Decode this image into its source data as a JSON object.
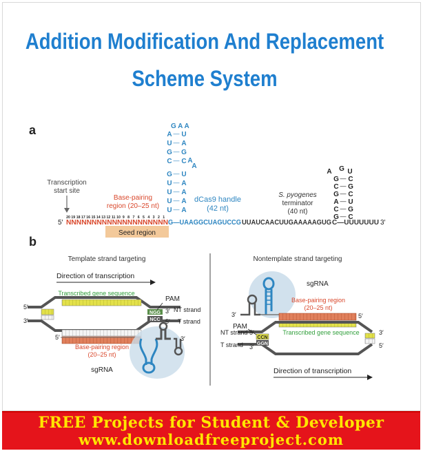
{
  "title": {
    "line1": "Addition Modification And Replacement",
    "line2": "Scheme System"
  },
  "panel_a": {
    "label": "a",
    "transcription_start": [
      "Transcription",
      "start site"
    ],
    "base_pairing": [
      "Base-pairing",
      "region (20–25 nt)"
    ],
    "seed_region": "Seed region",
    "dcas9_handle": [
      "dCas9 handle",
      "(42 nt)"
    ],
    "terminator": [
      "S. pyogenes",
      "terminator",
      "(40 nt)"
    ],
    "position_numbers": [
      "20",
      "19",
      "18",
      "17",
      "16",
      "15",
      "14",
      "13",
      "12",
      "11",
      "10",
      "9",
      "8",
      "7",
      "6",
      "5",
      "4",
      "3",
      "2",
      "1"
    ],
    "five_prime": "5′",
    "three_prime": "3′",
    "seq_n": "NNNNNNNNNNNNNNNNNNNN",
    "seq_blue": "G—UAAGGCUAGUCCG",
    "seq_black": "UUAUCAACUUGAAAAAGUG",
    "seq_tail": "C—UUUUUUU",
    "hairpin_top": "G A A",
    "hairpin_left": [
      "A",
      "U",
      "G",
      "C",
      "G",
      "U",
      "U",
      "U",
      "U"
    ],
    "hairpin_right": [
      "U",
      "A",
      "G",
      "C",
      "U",
      "A",
      "A",
      "A",
      "A"
    ],
    "hairpin_mid": "G—U",
    "hairpin_bulge": [
      "A",
      "A"
    ],
    "term_top": [
      "A",
      "G",
      "U"
    ],
    "term_left": [
      "G",
      "C",
      "G",
      "A",
      "C",
      "G"
    ],
    "term_right": [
      "C",
      "G",
      "C",
      "U",
      "G",
      "C"
    ]
  },
  "panel_b": {
    "label": "b",
    "left": {
      "heading": "Template strand targeting",
      "direction": "Direction of transcription",
      "gene_seq": "Transcribed gene sequence",
      "pam": "PAM",
      "ngg": "NGG",
      "ncc": "NCC",
      "nt_strand": "NT strand",
      "t_strand": "T strand",
      "base_pairing": [
        "Base-pairing region",
        "(20–25 nt)"
      ],
      "sgrna": "sgRNA",
      "five": "5′",
      "three": "3′"
    },
    "right": {
      "heading": "Nontemplate strand targeting",
      "sgrna": "sgRNA",
      "base_pairing": [
        "Base-pairing region",
        "(20–25 nt)"
      ],
      "pam": "PAM",
      "ccn": "CCN",
      "ggn": "GGN",
      "nt_strand": "NT strand",
      "t_strand": "T strand",
      "gene_seq": "Transcribed gene sequence",
      "direction": "Direction of transcription",
      "five": "5′",
      "three": "3′"
    }
  },
  "banner": {
    "line1": "FREE Projects for Student  & Developer",
    "line2": "www.downloadfreeproject.com"
  },
  "colors": {
    "title_blue": "#1f7fcf",
    "rna_blue": "#2e86c1",
    "base_red": "#d9472b",
    "seed_bg": "#f3c99a",
    "gene_green": "#2f9e3a",
    "yellow": "#e3e14a",
    "banner_red": "#e5141b",
    "banner_text": "#ffe600"
  }
}
